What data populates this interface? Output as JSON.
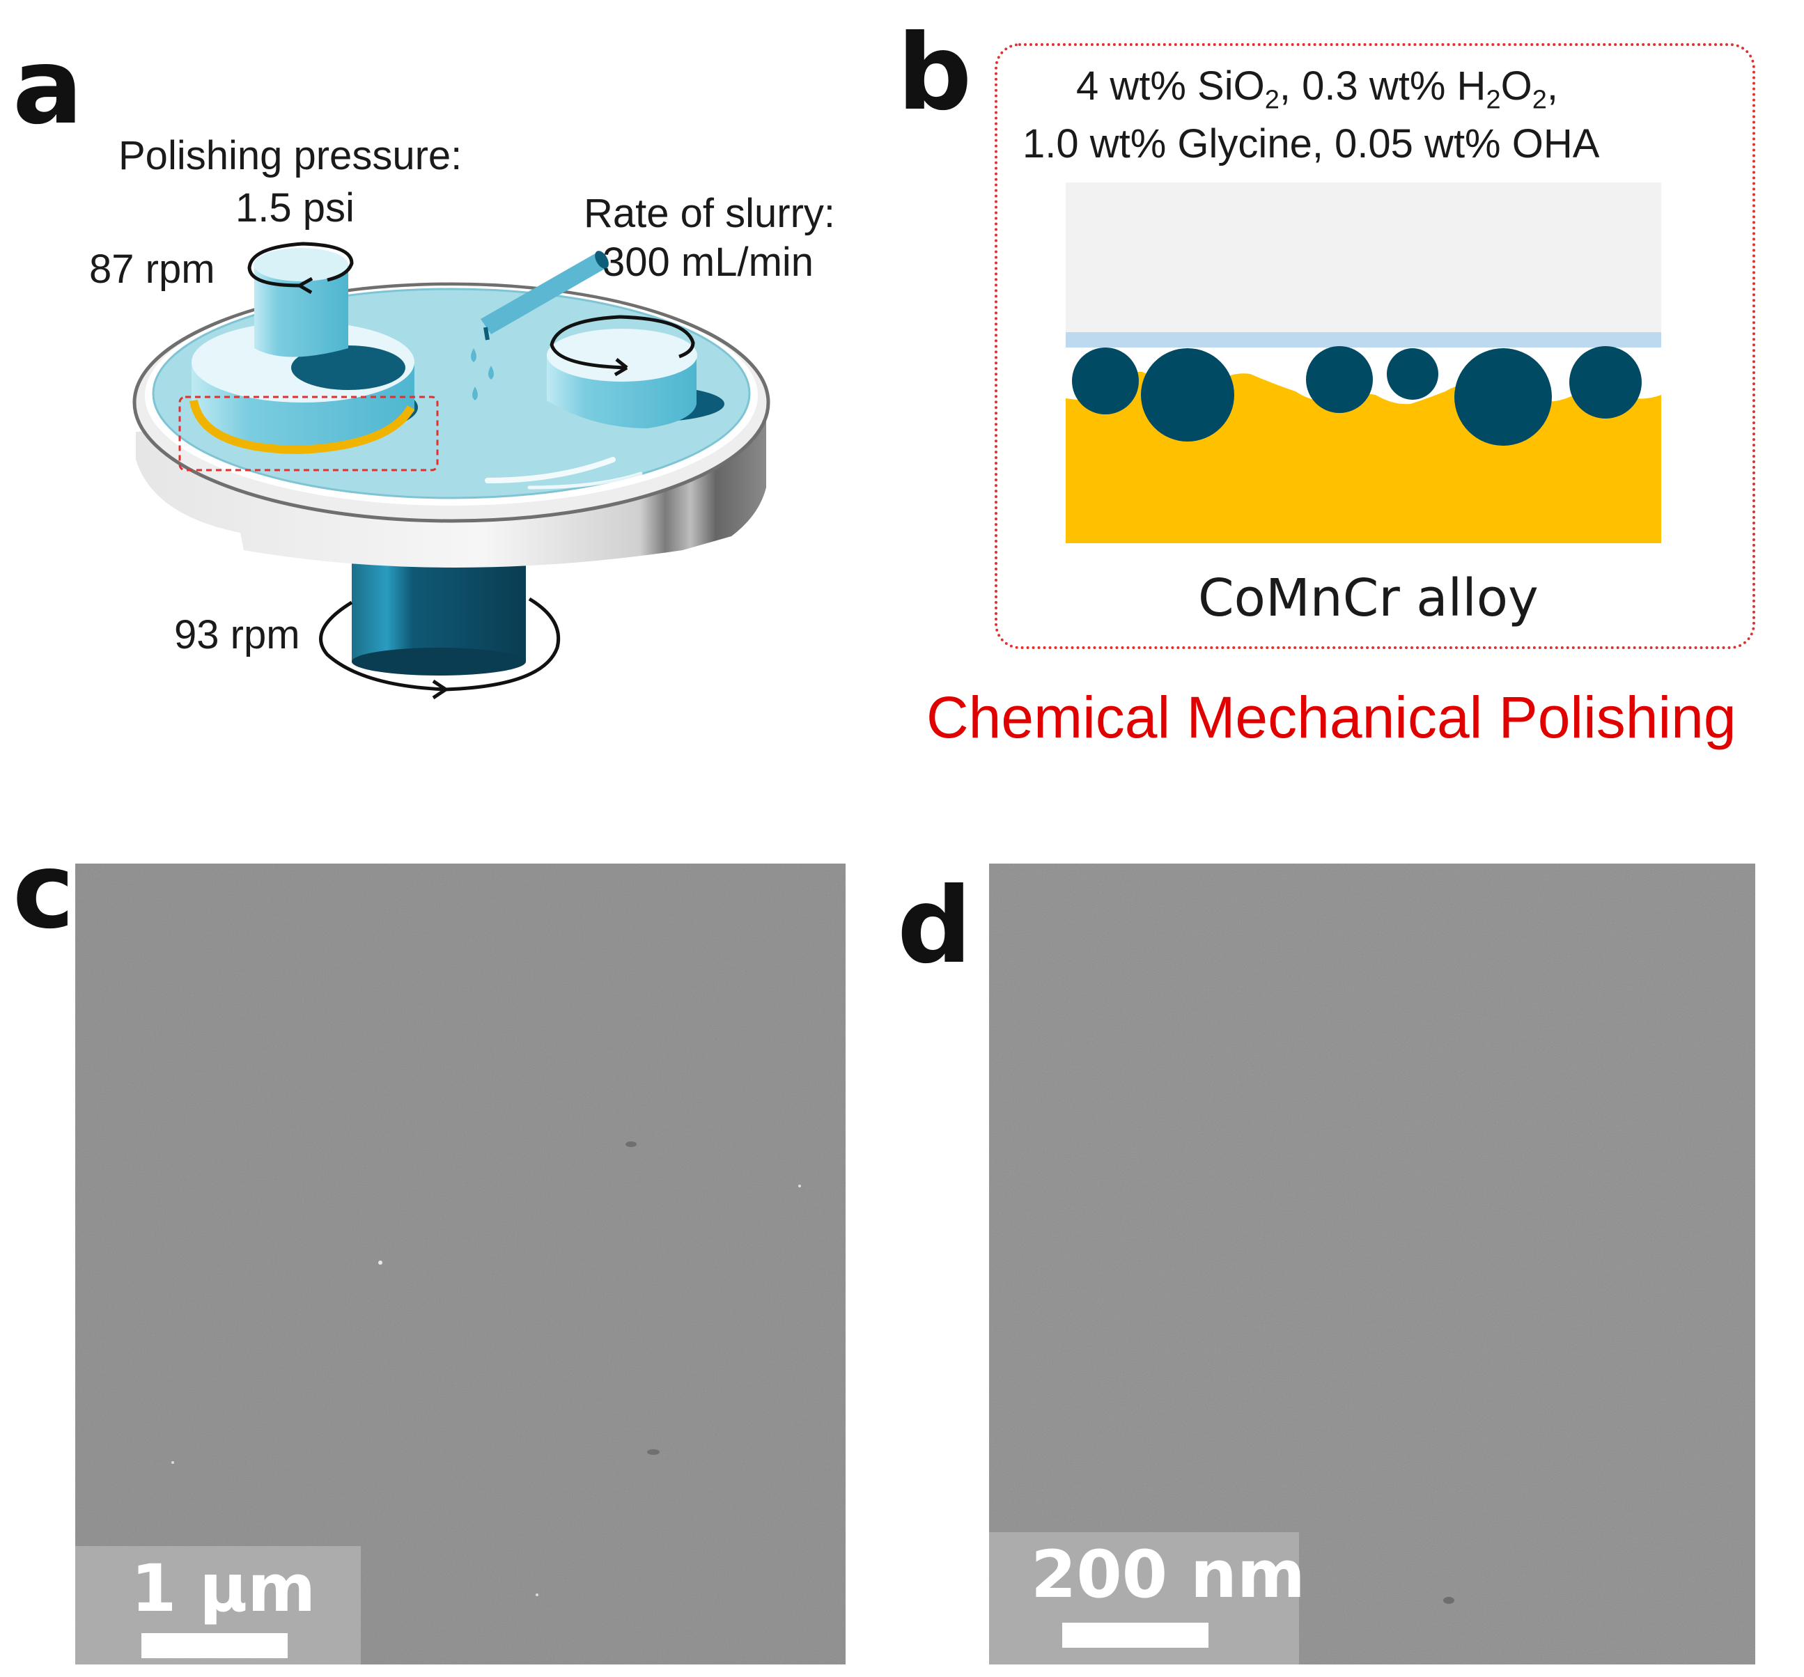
{
  "panels": {
    "a": {
      "letter": "a",
      "pressure_label": "Polishing pressure:",
      "pressure_value": "1.5 psi",
      "carrier_speed": "87 rpm",
      "slurry_label": "Rate of slurry:",
      "slurry_value": "300 mL/min",
      "platen_speed": "93 rpm"
    },
    "b": {
      "letter": "b",
      "slurry_line1": "4 wt% SiO",
      "slurry_line1_sub1": "2",
      "slurry_line1_mid": ", 0.3 wt% H",
      "slurry_line1_sub2": "2",
      "slurry_line1_mid2": "O",
      "slurry_line1_sub3": "2",
      "slurry_line1_end": ",",
      "slurry_line2": "1.0 wt% Glycine, 0.05 wt% OHA",
      "substrate_label": "CoMnCr alloy",
      "caption": "Chemical Mechanical Polishing"
    },
    "c": {
      "letter": "c",
      "scale_label": "1 μm"
    },
    "d": {
      "letter": "d",
      "scale_label": "200 nm"
    }
  },
  "colors": {
    "slurry_particle": "#004a64",
    "alloy": "#ffc000",
    "pad": "#f2f2f2",
    "pad_film": "#bcd9f0",
    "caption_red": "#e00000",
    "platen_blue": "#a8dde8"
  }
}
